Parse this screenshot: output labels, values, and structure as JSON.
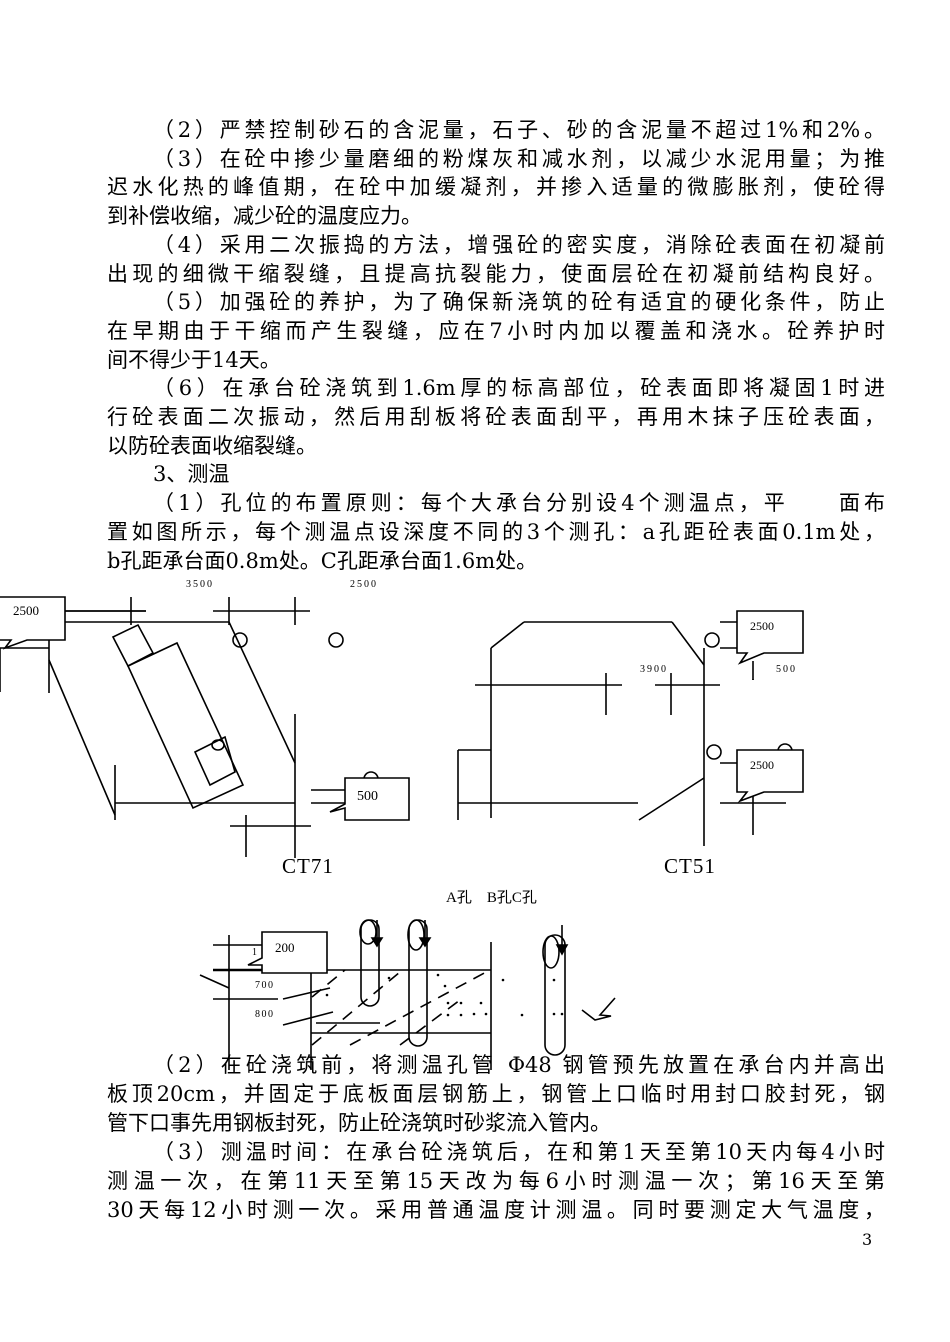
{
  "paragraphs_top": [
    {
      "text": "（2）严禁控制砂石的含泥量，石子、砂的含泥量不超过1%和2%。",
      "indent": true,
      "full": true
    },
    {
      "text": "（3）在砼中掺少量磨细的粉煤灰和减水剂，以减少水泥用量；为推",
      "indent": true,
      "full": true
    },
    {
      "text": "迟水化热的峰值期，在砼中加缓凝剂，并掺入适量的微膨胀剂，使砼得",
      "indent": false,
      "full": true
    },
    {
      "text": "到补偿收缩，减少砼的温度应力。",
      "indent": false,
      "full": false
    },
    {
      "text": "（4）采用二次振捣的方法，增强砼的密实度，消除砼表面在初凝前",
      "indent": true,
      "full": true
    },
    {
      "text": "出现的细微干缩裂缝，且提高抗裂能力，使面层砼在初凝前结构良好。",
      "indent": false,
      "full": true
    },
    {
      "text": "（5）加强砼的养护，为了确保新浇筑的砼有适宜的硬化条件，防止",
      "indent": true,
      "full": true
    },
    {
      "text": "在早期由于干缩而产生裂缝，应在7小时内加以覆盖和浇水。砼养护时",
      "indent": false,
      "full": true
    },
    {
      "text": "间不得少于14天。",
      "indent": false,
      "full": false
    },
    {
      "text": "（6）在承台砼浇筑到1.6m厚的标高部位，砼表面即将凝固1时进",
      "indent": true,
      "full": true
    },
    {
      "text": "行砼表面二次振动，然后用刮板将砼表面刮平，再用木抹子压砼表面，",
      "indent": false,
      "full": true
    },
    {
      "text": "以防砼表面收缩裂缝。",
      "indent": false,
      "full": false
    },
    {
      "text": "3、测温",
      "indent": true,
      "full": false
    },
    {
      "text": "（1）孔位的布置原则：每个大承台分别设4个测温点，平　　面布",
      "indent": true,
      "full": true
    },
    {
      "text": "置如图所示，每个测温点设深度不同的3个测孔：a孔距砼表面0.1m处，",
      "indent": false,
      "full": true
    },
    {
      "text": "b孔距承台面0.8m处。C孔距承台面1.6m处。",
      "indent": false,
      "full": false
    }
  ],
  "paragraphs_bottom": [
    {
      "text": "（2）在砼浇筑前，将测温孔管 Φ48 钢管预先放置在承台内并高出",
      "indent": true,
      "full": true
    },
    {
      "text": "板顶20cm，并固定于底板面层钢筋上，钢管上口临时用封口胶封死，钢",
      "indent": false,
      "full": true
    },
    {
      "text": "管下口事先用钢板封死，防止砼浇筑时砂浆流入管内。",
      "indent": false,
      "full": false
    },
    {
      "text": "（3）测温时间：在承台砼浇筑后，在和第1天至第10天内每4小时",
      "indent": true,
      "full": true
    },
    {
      "text": "测温一次，在第11天至第15天改为每6小时测温一次；第16天至第",
      "indent": false,
      "full": true
    },
    {
      "text": "30天每12小时测一次。采用普通温度计测温。同时要测定大气温度，",
      "indent": false,
      "full": true
    }
  ],
  "diagram_plan": {
    "left": {
      "title": "CT71",
      "dim_top_1": "3500",
      "dim_top_2": "2500",
      "callout_1": "2500",
      "callout_2": "500"
    },
    "right": {
      "title": "CT51",
      "dim_1": "3900",
      "dim_2": "500",
      "callout_1": "2500",
      "callout_2": "2500"
    }
  },
  "diagram_section": {
    "hole_labels": "A孔　B孔C孔",
    "callout": "200",
    "dim_1": "700",
    "dim_2": "800",
    "dim_partial": "1"
  },
  "page_number": "3"
}
